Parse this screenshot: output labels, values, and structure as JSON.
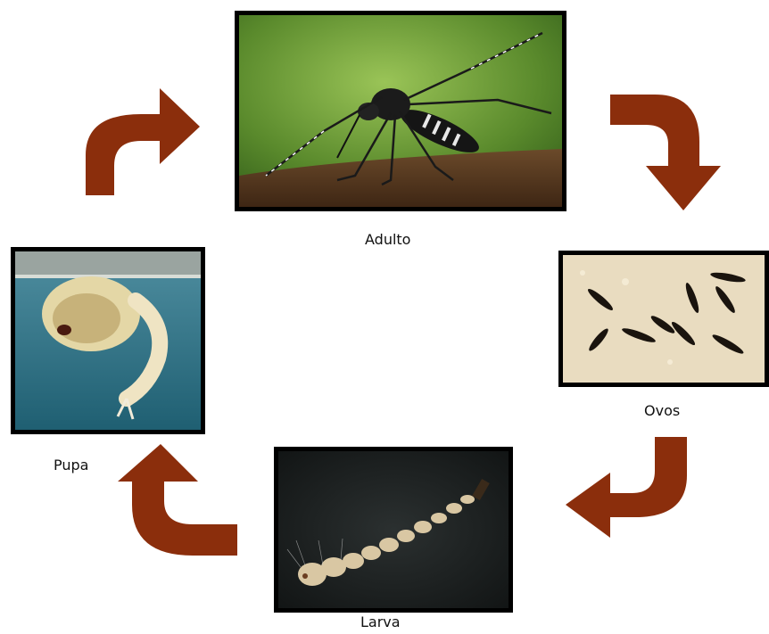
{
  "diagram": {
    "arrow_color": "#8b2e0c",
    "stages": [
      {
        "id": "adult",
        "label": "Adulto",
        "icon": "mosquito-photo"
      },
      {
        "id": "eggs",
        "label": "Ovos",
        "icon": "eggs-photo"
      },
      {
        "id": "larva",
        "label": "Larva",
        "icon": "larva-photo"
      },
      {
        "id": "pupa",
        "label": "Pupa",
        "icon": "pupa-photo"
      }
    ]
  }
}
